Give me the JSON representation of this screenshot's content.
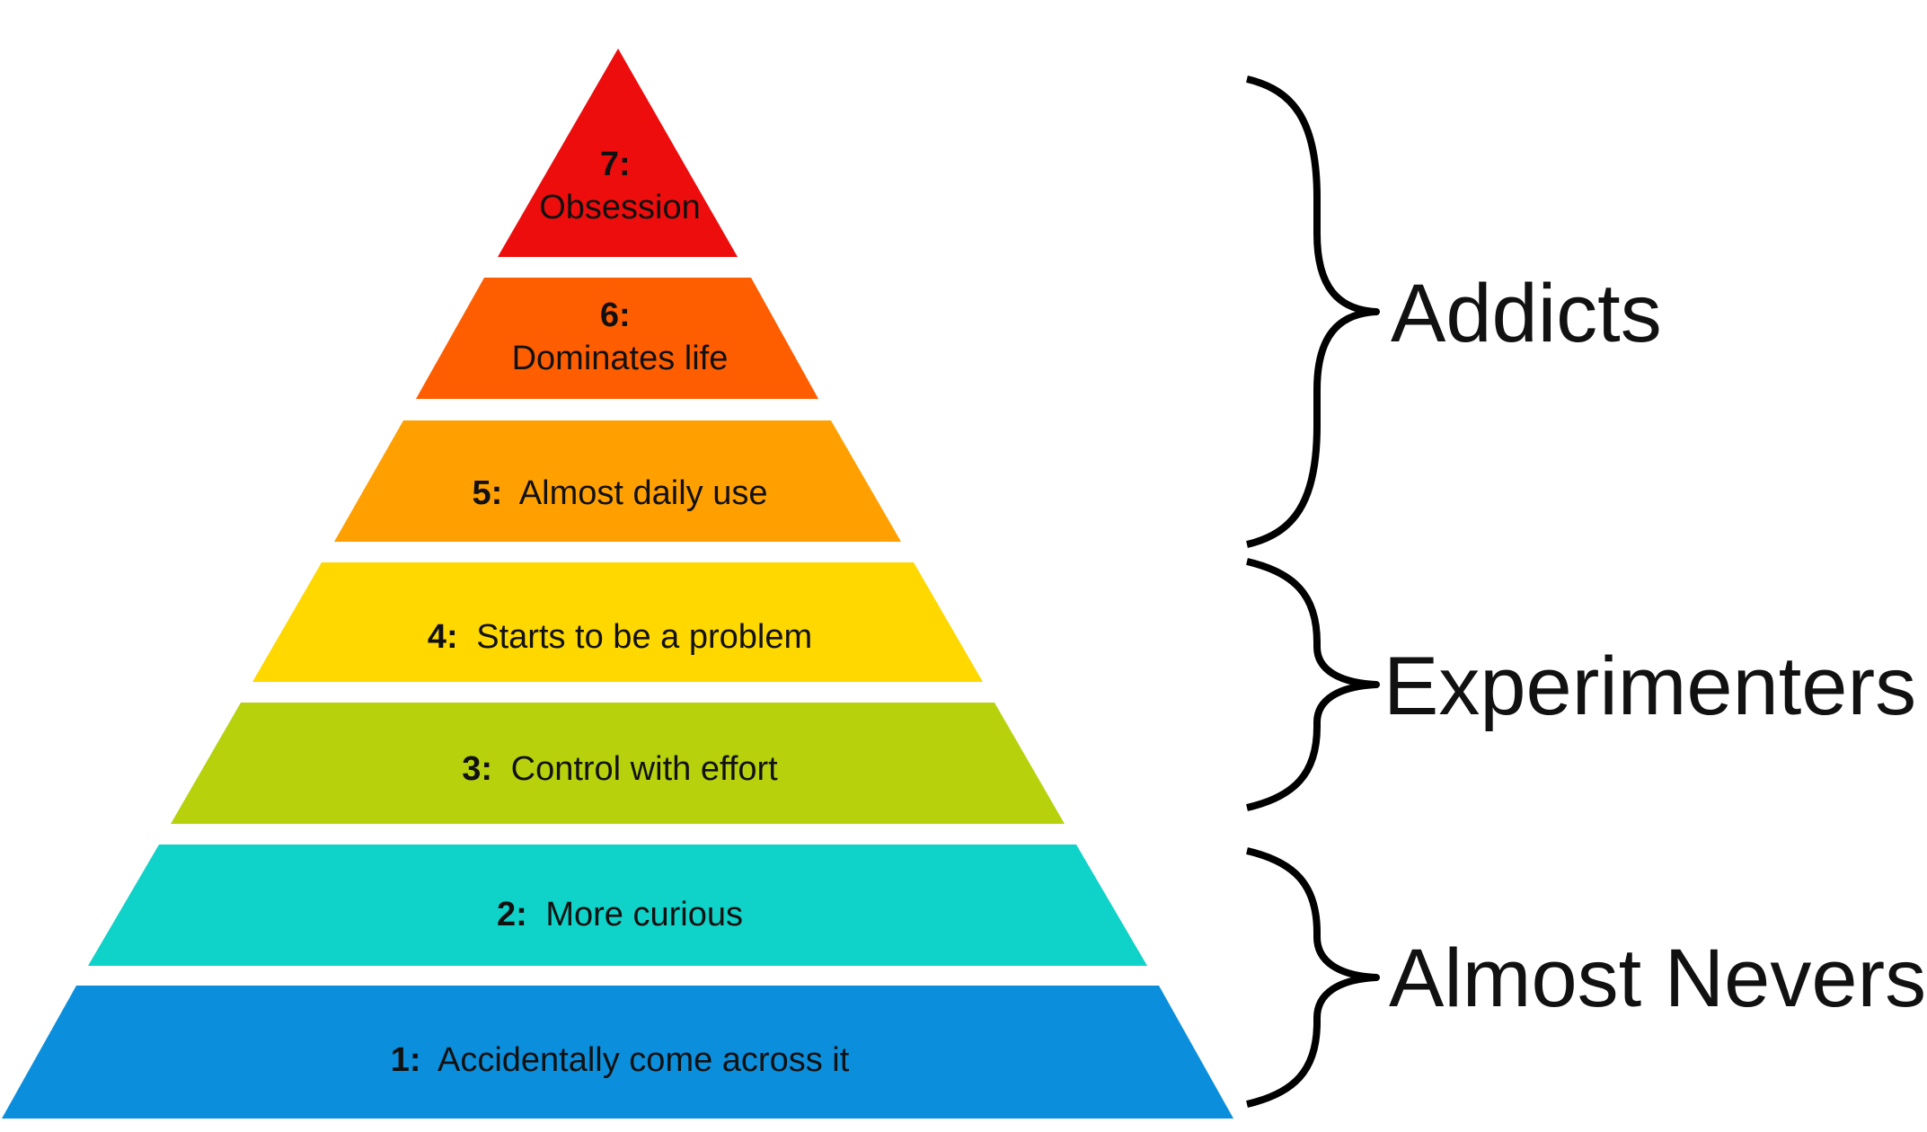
{
  "levels": [
    {
      "number": "1:",
      "text": "Accidentally come across it",
      "color": "#0b8fdc"
    },
    {
      "number": "2:",
      "text": "More curious",
      "color": "#0fd2c8"
    },
    {
      "number": "3:",
      "text": "Control with effort",
      "color": "#b7d20d"
    },
    {
      "number": "4:",
      "text": "Starts to be a problem",
      "color": "#ffd800"
    },
    {
      "number": "5:",
      "text": "Almost daily use",
      "color": "#ffa000"
    },
    {
      "number": "6:",
      "text": "Dominates life",
      "color": "#ff5e00"
    },
    {
      "number": "7:",
      "text": "Obsession",
      "color": "#ee0d0d"
    }
  ],
  "groups": [
    {
      "label": "Addicts",
      "levels": [
        5,
        6,
        7
      ]
    },
    {
      "label": "Experimenters",
      "levels": [
        3,
        4
      ]
    },
    {
      "label": "Almost Nevers",
      "levels": [
        1,
        2
      ]
    }
  ]
}
